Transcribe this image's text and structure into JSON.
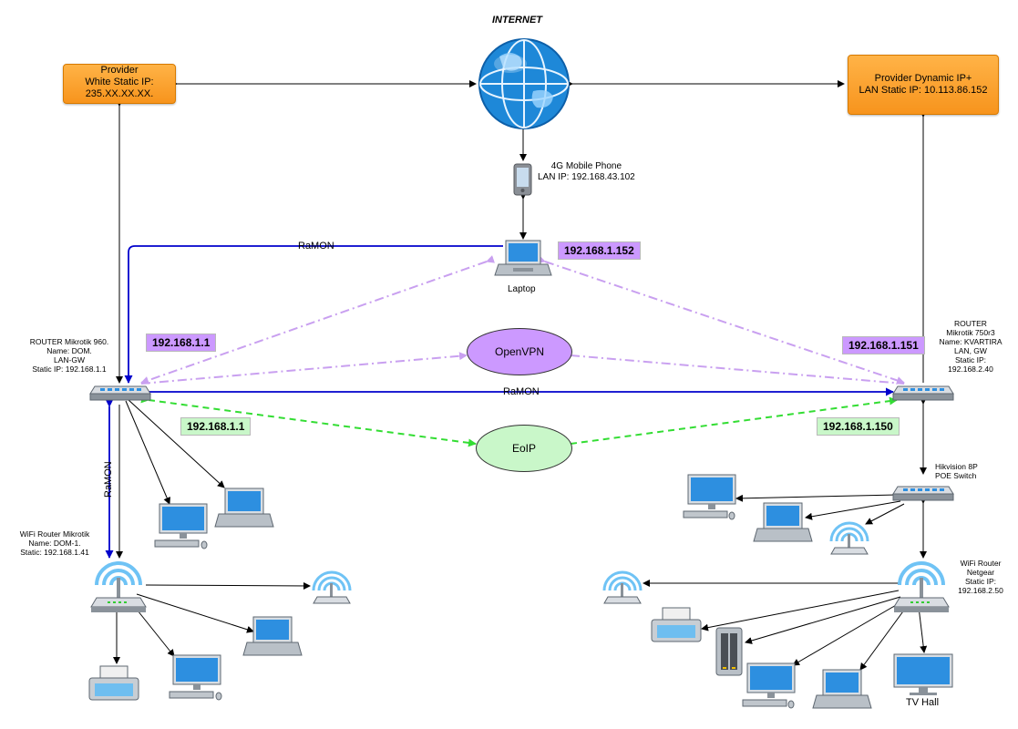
{
  "title": "INTERNET",
  "providers": {
    "left": {
      "line1": "Provider",
      "line2": "White Static IP:",
      "line3": "235.XX.XX.XX."
    },
    "right": {
      "line1": "Provider Dynamic IP+",
      "line2": "LAN Static IP: 10.113.86.152"
    }
  },
  "phone": {
    "line1": "4G Mobile Phone",
    "line2": "LAN IP: 192.168.43.102"
  },
  "laptop": {
    "label": "Laptop",
    "ip": "192.168.1.152"
  },
  "router_left": {
    "lines": [
      "ROUTER Mikrotik 960.",
      "Name: DOM.",
      "LAN-GW",
      "Static IP: 192.168.1.1"
    ]
  },
  "router_right": {
    "lines": [
      "ROUTER",
      "Mikrotik 750r3",
      "Name: KVARTIRA",
      "LAN, GW",
      "Static IP:",
      "192.168.2.40"
    ]
  },
  "wifi_left": {
    "lines": [
      "WiFi Router Mikrotik",
      "Name: DOM-1.",
      "Static: 192.168.1.41"
    ]
  },
  "switch_right": {
    "lines": [
      "Hikvision 8P",
      "POE Switch"
    ]
  },
  "wifi_right": {
    "lines": [
      "WiFi Router",
      "Netgear",
      "Static IP:",
      "192.168.2.50"
    ]
  },
  "tv": {
    "label": "TV Hall"
  },
  "tunnels": {
    "openvpn": {
      "label": "OpenVPN",
      "left_ip": "192.168.1.1",
      "right_ip": "192.168.1.151"
    },
    "eoip": {
      "label": "EoIP",
      "left_ip": "192.168.1.1",
      "right_ip": "192.168.1.150"
    }
  },
  "ramon": {
    "top": "RaMON",
    "middle": "RaMON",
    "vertical": "RaMON"
  },
  "colors": {
    "provider": "#f7941d",
    "openvpn_fill": "#cc99ff",
    "eoip_fill": "#c9f7c9",
    "ramon_line": "#0000cc",
    "vpn_line": "#c9a0f0",
    "eoip_line": "#33dd33"
  }
}
